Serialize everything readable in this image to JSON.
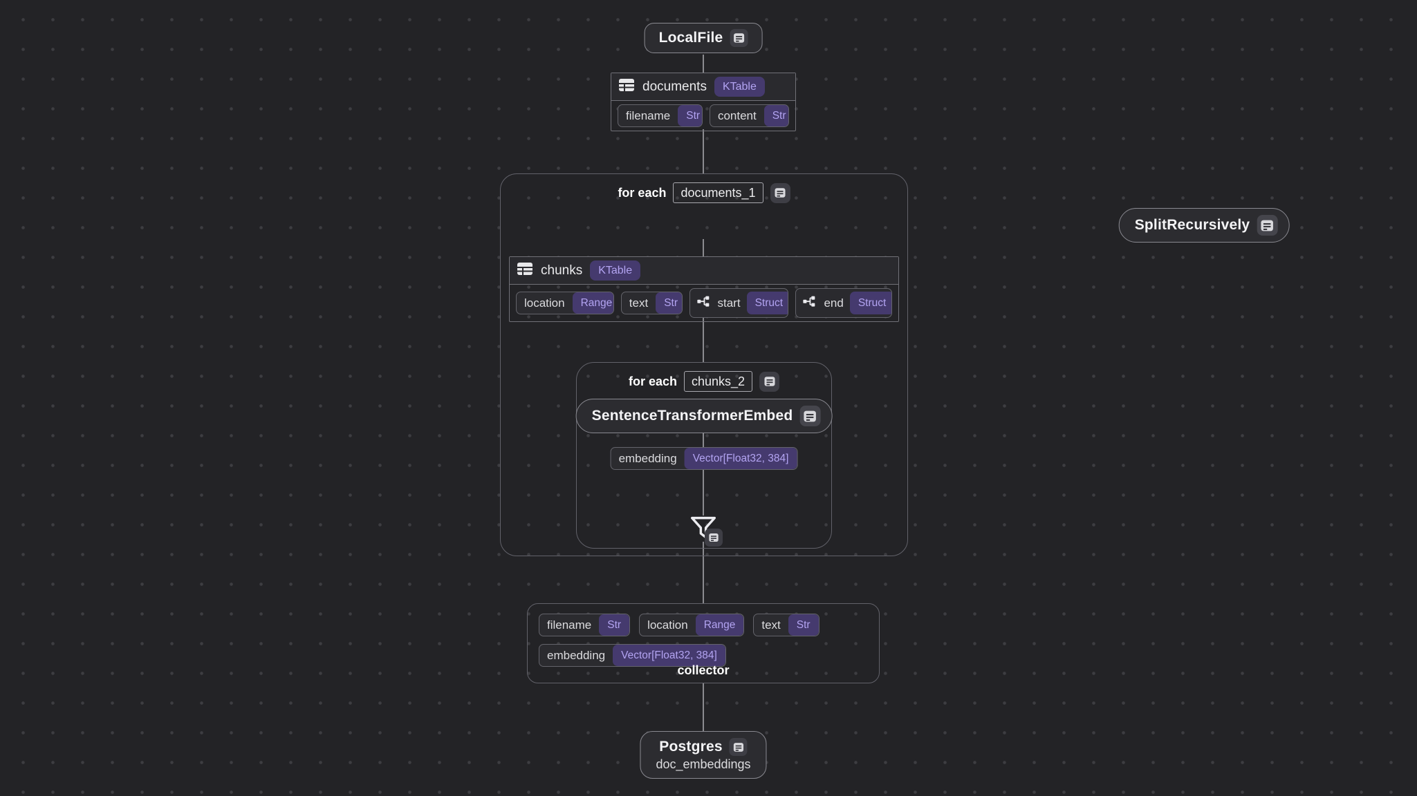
{
  "colors": {
    "canvas_bg": "#232326",
    "accent_badge_bg": "#453a6e",
    "accent_badge_text": "#b3a4f2"
  },
  "pipeline": {
    "source_node": {
      "title": "LocalFile"
    },
    "documents_table": {
      "name": "documents",
      "type_badge": "KTable",
      "fields": [
        {
          "name": "filename",
          "type": "Str"
        },
        {
          "name": "content",
          "type": "Str"
        }
      ]
    },
    "foreach_documents": {
      "label": "for each",
      "scope": "documents_1"
    },
    "split_node": {
      "title": "SplitRecursively"
    },
    "chunks_table": {
      "name": "chunks",
      "type_badge": "KTable",
      "fields": [
        {
          "name": "location",
          "type": "Range"
        },
        {
          "name": "text",
          "type": "Str"
        },
        {
          "name": "start",
          "type": "Struct"
        },
        {
          "name": "end",
          "type": "Struct"
        }
      ]
    },
    "foreach_chunks": {
      "label": "for each",
      "scope": "chunks_2"
    },
    "embed_node": {
      "title": "SentenceTransformerEmbed"
    },
    "embedding_field": {
      "name": "embedding",
      "type": "Vector[Float32, 384]"
    },
    "collector": {
      "label": "collector",
      "fields": [
        {
          "name": "filename",
          "type": "Str"
        },
        {
          "name": "location",
          "type": "Range"
        },
        {
          "name": "text",
          "type": "Str"
        },
        {
          "name": "embedding",
          "type": "Vector[Float32, 384]"
        }
      ]
    },
    "target_node": {
      "title": "Postgres",
      "subtitle": "doc_embeddings"
    }
  }
}
